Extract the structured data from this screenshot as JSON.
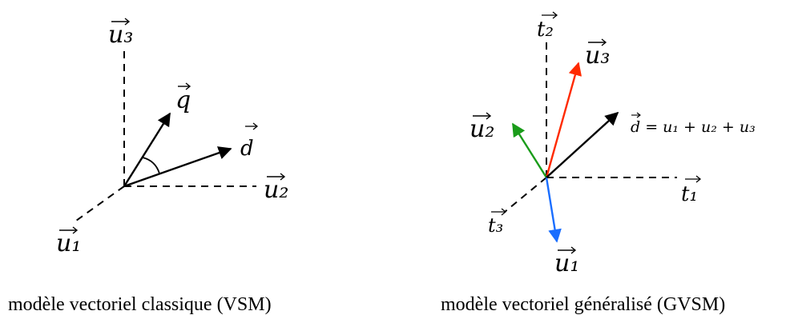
{
  "left_diagram": {
    "axes": {
      "u1": "u₁",
      "u2": "u₂",
      "u3": "u₃"
    },
    "vectors": {
      "q": "q",
      "d": "d"
    },
    "caption": "modèle vectoriel classique (VSM)"
  },
  "right_diagram": {
    "axes": {
      "t1": "t₁",
      "t2": "t₂",
      "t3": "t₃"
    },
    "vectors": {
      "u1": "u₁",
      "u2": "u₂",
      "u3": "u₃",
      "d_equation": "d = u₁ + u₂ + u₃"
    },
    "caption": "modèle vectoriel généralisé (GVSM)",
    "colors": {
      "u1": "#1a6eff",
      "u2": "#1a9c1a",
      "u3": "#ff2a00",
      "d": "#000000"
    }
  }
}
